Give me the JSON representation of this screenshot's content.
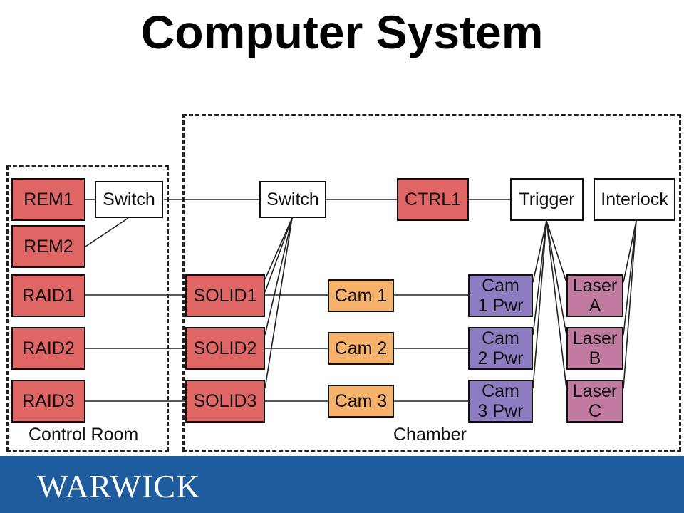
{
  "title": "Computer System",
  "regions": {
    "control_room": "Control Room",
    "chamber": "Chamber"
  },
  "nodes": {
    "rem1": "REM1",
    "rem2": "REM2",
    "raid1": "RAID1",
    "raid2": "RAID2",
    "raid3": "RAID3",
    "switch_cr": "Switch",
    "switch_ch": "Switch",
    "ctrl1": "CTRL1",
    "trigger": "Trigger",
    "interlock": "Interlock",
    "solid1": "SOLID1",
    "solid2": "SOLID2",
    "solid3": "SOLID3",
    "cam1": "Cam 1",
    "cam2": "Cam 2",
    "cam3": "Cam 3",
    "cam1pwr": [
      "Cam",
      "1 Pwr"
    ],
    "cam2pwr": [
      "Cam",
      "2 Pwr"
    ],
    "cam3pwr": [
      "Cam",
      "3 Pwr"
    ],
    "laser_a": [
      "Laser",
      "A"
    ],
    "laser_b": [
      "Laser",
      "B"
    ],
    "laser_c": [
      "Laser",
      "C"
    ]
  },
  "logo": "WARWICK",
  "colors": {
    "server": "#e06666",
    "camera": "#f6b26b",
    "camera_power": "#8e7cc3",
    "laser": "#c27ba0",
    "footer": "#1f5c9e"
  }
}
